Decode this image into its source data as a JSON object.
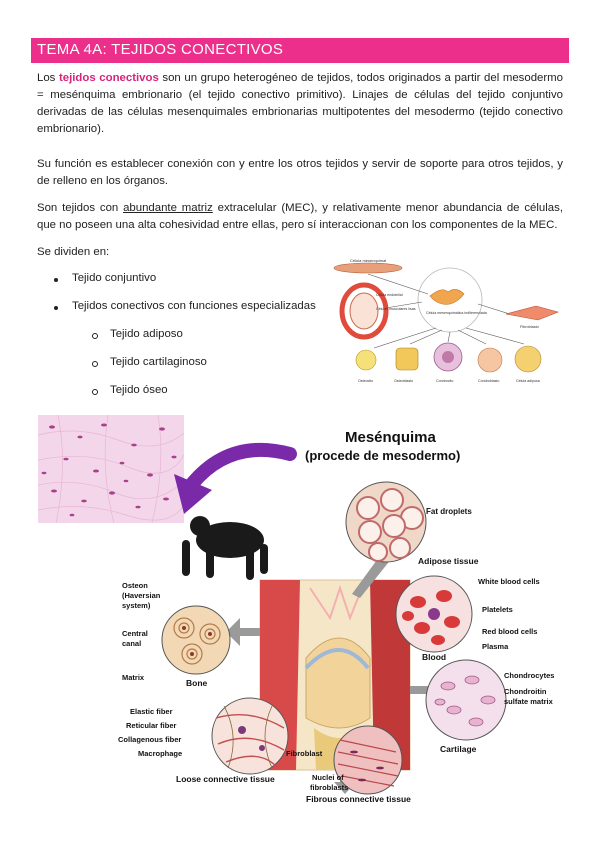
{
  "header": {
    "title": "TEMA 4A: TEJIDOS CONECTIVOS"
  },
  "intro": {
    "p1_a": "Los ",
    "p1_highlight": "tejidos conectivos",
    "p1_b": " son un grupo heterogéneo de tejidos, todos originados a partir del mesodermo = mesénquima embrionario (el tejido conectivo primitivo). Linajes de células del tejido conjuntivo derivadas de las células mesenquimales embrionarias multipotentes del mesodermo (tejido conectivo embrionario).",
    "p2": "Su función es establecer conexión con y entre los otros tejidos y servir de soporte para otros tejidos, y de relleno en los órganos.",
    "p3_a": "Son tejidos con ",
    "p3_underline": "abundante matriz",
    "p3_b": " extracelular (MEC), y relativamente menor abundancia de células, que no poseen una alta cohesividad entre ellas, pero sí interaccionan con los componentes de la MEC.",
    "p4": "Se dividen en:"
  },
  "divisions": {
    "items": [
      "Tejido conjuntivo",
      "Tejidos conectivos con funciones especializadas"
    ],
    "subitems": [
      "Tejido adiposo",
      "Tejido cartilaginoso",
      "Tejido óseo"
    ]
  },
  "small_diagram": {
    "top_cell": "Célula mesenquimal",
    "muscle_cells": "Células musculares lisas",
    "endothelial": "Célula endotelial",
    "center": "Célula mesenquimática indiferenciada",
    "fibroblast": "Fibroblasto",
    "bottom": [
      "Osteocito",
      "Osteoblasto",
      "Condrocito",
      "Condroblasto",
      "Célula adiposa"
    ]
  },
  "big_figure": {
    "title_line1": "Mesénquima",
    "title_line2": "(procede de mesodermo)",
    "adipose_label": "Fat droplets",
    "adipose_title": "Adipose tissue",
    "blood_labels": [
      "White blood cells",
      "Platelets",
      "Red blood cells",
      "Plasma"
    ],
    "blood_title": "Blood",
    "cartilage_labels": [
      "Chondrocytes",
      "Chondroitin sulfate matrix"
    ],
    "cartilage_title": "Cartilage",
    "bone_labels": [
      "Osteon (Haversian system)",
      "Central canal",
      "Matrix"
    ],
    "bone_title": "Bone",
    "loose_labels": [
      "Elastic fiber",
      "Reticular fiber",
      "Collagenous fiber",
      "Macrophage",
      "Fibroblast"
    ],
    "loose_title": "Loose connective tissue",
    "fibrous_labels": [
      "Nuclei of fibroblasts"
    ],
    "fibrous_title": "Fibrous connective tissue"
  },
  "colors": {
    "accent": "#ec2f8b",
    "highlight": "#d8237d"
  }
}
